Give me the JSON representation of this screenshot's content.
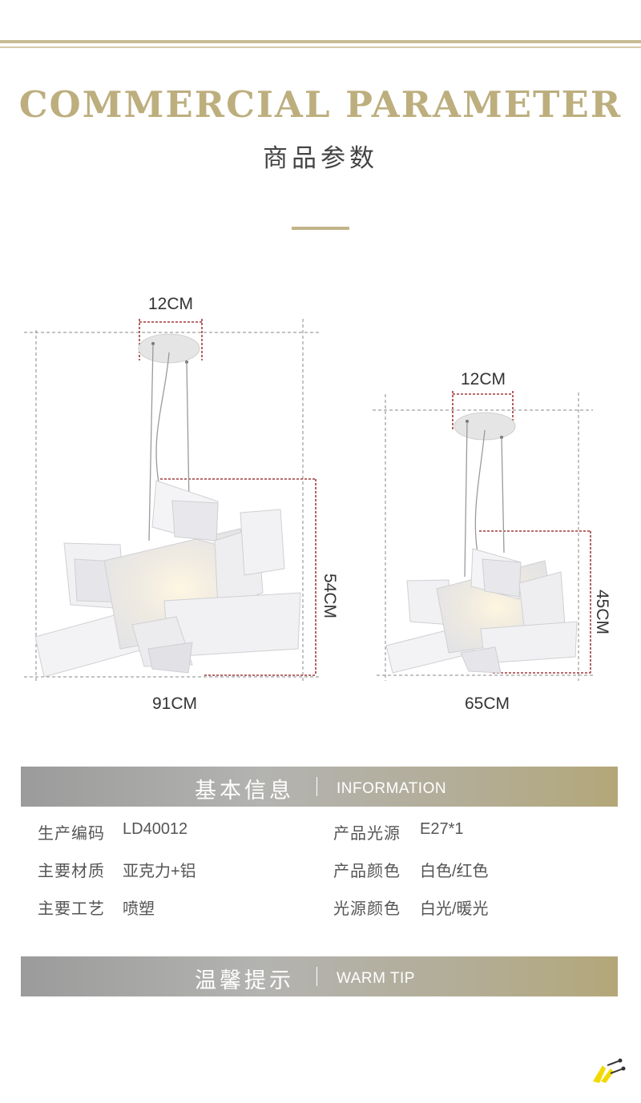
{
  "header": {
    "title_en": "COMMERCIAL PARAMETER",
    "title_cn": "商品参数"
  },
  "products": [
    {
      "name": "large",
      "canopy_width": "12CM",
      "height": "54CM",
      "width": "91CM"
    },
    {
      "name": "small",
      "canopy_width": "12CM",
      "height": "45CM",
      "width": "65CM"
    }
  ],
  "information": {
    "title_cn": "基本信息",
    "title_en": "INFORMATION",
    "specs": [
      {
        "key": "生产编码",
        "value": "LD40012"
      },
      {
        "key": "产品光源",
        "value": "E27*1"
      },
      {
        "key": "主要材质",
        "value": "亚克力+铝"
      },
      {
        "key": "产品颜色",
        "value": "白色/红色"
      },
      {
        "key": "主要工艺",
        "value": "喷塑"
      },
      {
        "key": "光源颜色",
        "value": "白光/暖光"
      }
    ]
  },
  "warm_tip": {
    "title_cn": "温馨提示",
    "title_en": "WARM TIP"
  },
  "colors": {
    "gold": "#bdae7e",
    "dimension_red": "#a23a3a",
    "guide_grey": "#888888"
  },
  "icons": [
    "corner-logo-icon"
  ]
}
